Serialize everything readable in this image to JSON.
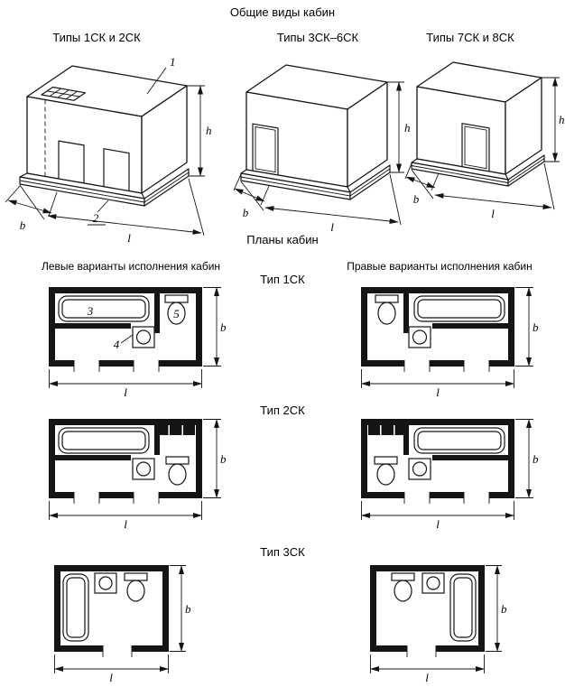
{
  "page": {
    "main_title": "Общие виды кабин",
    "plans_title": "Планы кабин",
    "left_column_header": "Левые варианты исполнения кабин",
    "right_column_header": "Правые варианты исполнения кабин"
  },
  "general_views": [
    {
      "label": "Типы 1СК и 2СК"
    },
    {
      "label": "Типы 3СК–6СК"
    },
    {
      "label": "Типы 7СК и 8СК"
    }
  ],
  "plan_rows": [
    {
      "label": "Тип 1СК"
    },
    {
      "label": "Тип 2СК"
    },
    {
      "label": "Тип 3СК"
    }
  ],
  "dimensions": {
    "height": "h",
    "width": "b",
    "length": "l"
  },
  "callouts": {
    "roof": "1",
    "base": "2",
    "bath": "3",
    "washbasin": "4",
    "toilet": "5"
  },
  "colors": {
    "line": "#151515",
    "background": "#ffffff"
  }
}
